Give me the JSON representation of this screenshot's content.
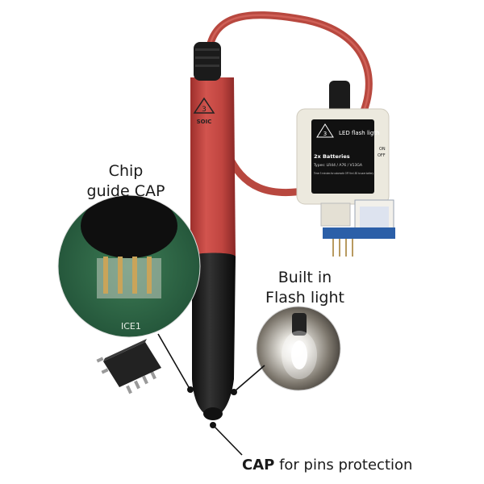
{
  "annotations": {
    "chip_guide_line1": "Chip",
    "chip_guide_line2": "guide CAP",
    "flash_line1": "Built in",
    "flash_line2": "Flash light",
    "cap_bold": "CAP",
    "cap_rest": " for pins protection"
  },
  "product_markings": {
    "pen_logo_number": "3",
    "pen_logo_text": "SOIC",
    "box_title": "LED flash ligth",
    "box_switch_on": "ON",
    "box_switch_off": "OFF",
    "box_batteries": "2x Batteries",
    "box_types": "Types: LR44 / A76 / V13GA",
    "box_note": "Timer 5 minutes for automatic OFF the LED to save battery",
    "pcb_label": "ICE1"
  },
  "colors": {
    "pen_red": "#c84843",
    "cable_red": "#b8483f",
    "grip_black": "#1c1c1c",
    "box_white": "#ece9de"
  }
}
